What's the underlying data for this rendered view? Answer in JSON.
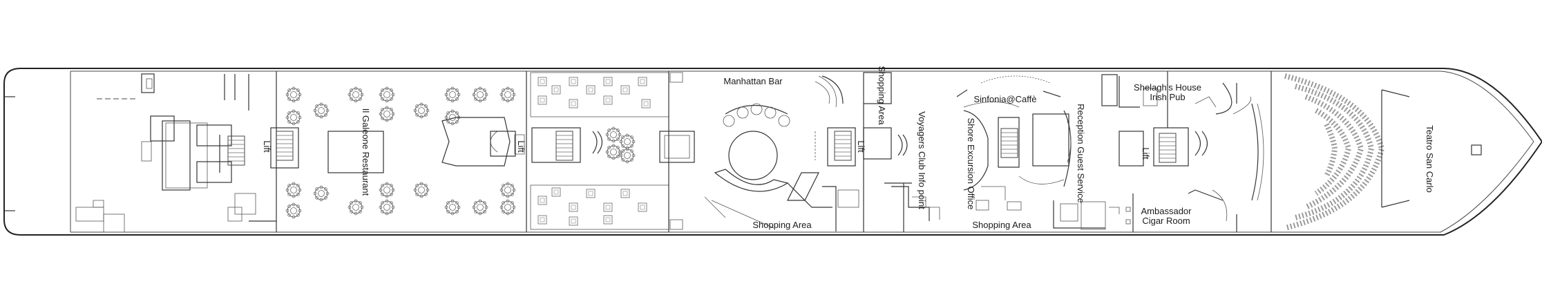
{
  "deck_labels": {
    "lift_aft": "Lift",
    "il_galeone": "Il Galeone Restaurant",
    "lift_mid_1": "Lift",
    "manhattan_bar": "Manhattan Bar",
    "shopping_area_1": "Shopping Area",
    "lift_mid_2": "Lift",
    "shopping_area_2": "Shopping Area",
    "voyagers_club": "Voyagers Club Info point",
    "sinfonia_caffe": "Sinfonia@Caffè",
    "shore_excursion": "Shore Excursion Office",
    "shopping_area_3": "Shopping Area",
    "reception": "Reception Guest Service",
    "shelaghs_house": "Shelagh's House",
    "irish_pub": "Irish Pub",
    "lift_fwd": "Lift",
    "ambassador": "Ambassador",
    "cigar_room": "Cigar Room",
    "teatro": "Teatro San Carlo"
  }
}
